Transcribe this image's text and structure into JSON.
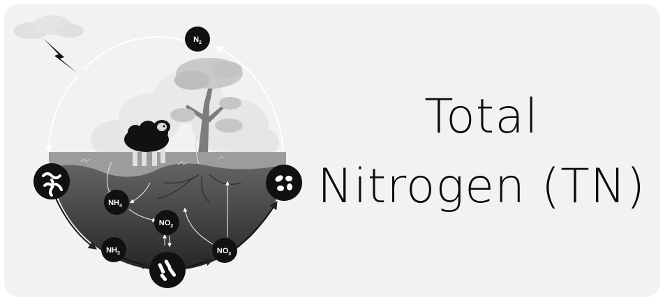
{
  "title": {
    "line1": "Total",
    "line2": "Nitrogen (TN)"
  },
  "nodes": {
    "n2": {
      "base": "N",
      "sub": "2"
    },
    "nh4": {
      "base": "NH",
      "sub": "4"
    },
    "no2": {
      "base": "NO",
      "sub": "2"
    },
    "nh3": {
      "base": "NH",
      "sub": "3"
    },
    "no3": {
      "base": "NO",
      "sub": "3"
    }
  },
  "icons": {
    "left": "bacteria-cluster-icon",
    "right": "bacteria-cocci-icon",
    "bottom": "bacteria-rod-icon",
    "weather": "lightning-cloud-icon"
  },
  "colors": {
    "card": "#f2f2f2",
    "node": "#111111",
    "soil_top": "#9a9a9a",
    "soil_deep": "#3a3a3a",
    "text": "#0c0c0c"
  }
}
